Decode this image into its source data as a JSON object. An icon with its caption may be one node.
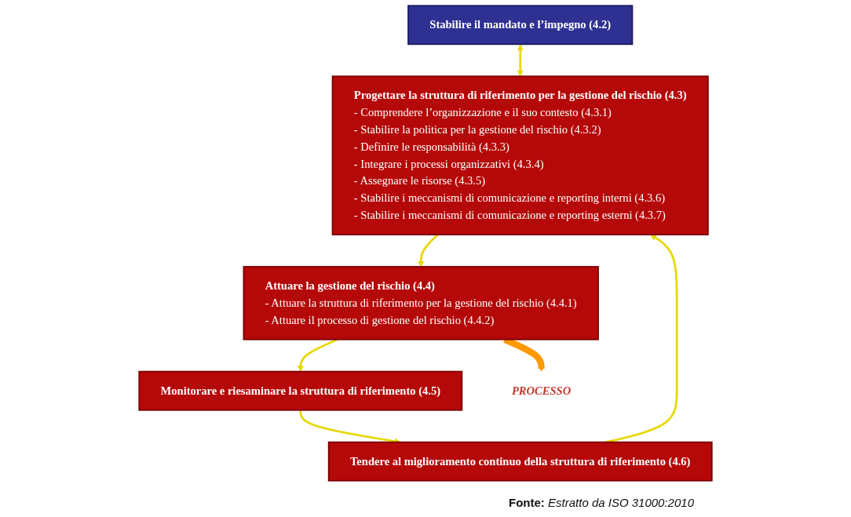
{
  "diagram": {
    "caption": "**Fonte:** *Estratto da ISO 31000:2010*",
    "nodes": [
      {
        "text": [
          "Stabilire il mandato e l’impegno (4.2)"
        ]
      },
      {
        "text": [
          "Progettare la struttura di riferimento per la gestione del rischio (4.3)",
          "- Comprendere l’organizzazione e il suo contesto (4.3.1)",
          "- Stabilire la politica per la gestione del rischio (4.3.2)",
          "- Definire le responsabilità (4.3.3)",
          "- Integrare i processi organizzativi (4.3.4)",
          "- Assegnare le risorse (4.3.5)",
          "- Stabilire i meccanismi di comunicazione e reporting interni (4.3.6)",
          "- Stabilire i meccanismi di comunicazione e reporting esterni (4.3.7)"
        ]
      },
      {
        "text": [
          "Attuare la gestione del rischio (4.4)",
          "- Attuare la struttura di riferimento per la gestione del rischio (4.4.1)",
          "- Attuare il processo di gestione del rischio (4.4.2)"
        ]
      },
      {
        "text": [
          "Monitorare e riesaminare la struttura di riferimento (4.5)"
        ]
      },
      {
        "text": [
          "Tendere al miglioramento continuo della struttura di riferimento (4.6)"
        ]
      },
      {
        "text": [
          "PROCESSO"
        ]
      }
    ],
    "edges": [
      {
        "from": 0,
        "to": 1,
        "arrow": "both"
      },
      {
        "from": 1,
        "to": 2,
        "arrow": "to"
      },
      {
        "from": 2,
        "to": 3,
        "arrow": "to"
      },
      {
        "from": 3,
        "to": 4,
        "arrow": "to"
      },
      {
        "from": 4,
        "to": 1,
        "arrow": "to"
      },
      {
        "from": 2,
        "to": 5,
        "arrow": "to",
        "style": "thick",
        "color": "#ff9900"
      }
    ]
  }
}
